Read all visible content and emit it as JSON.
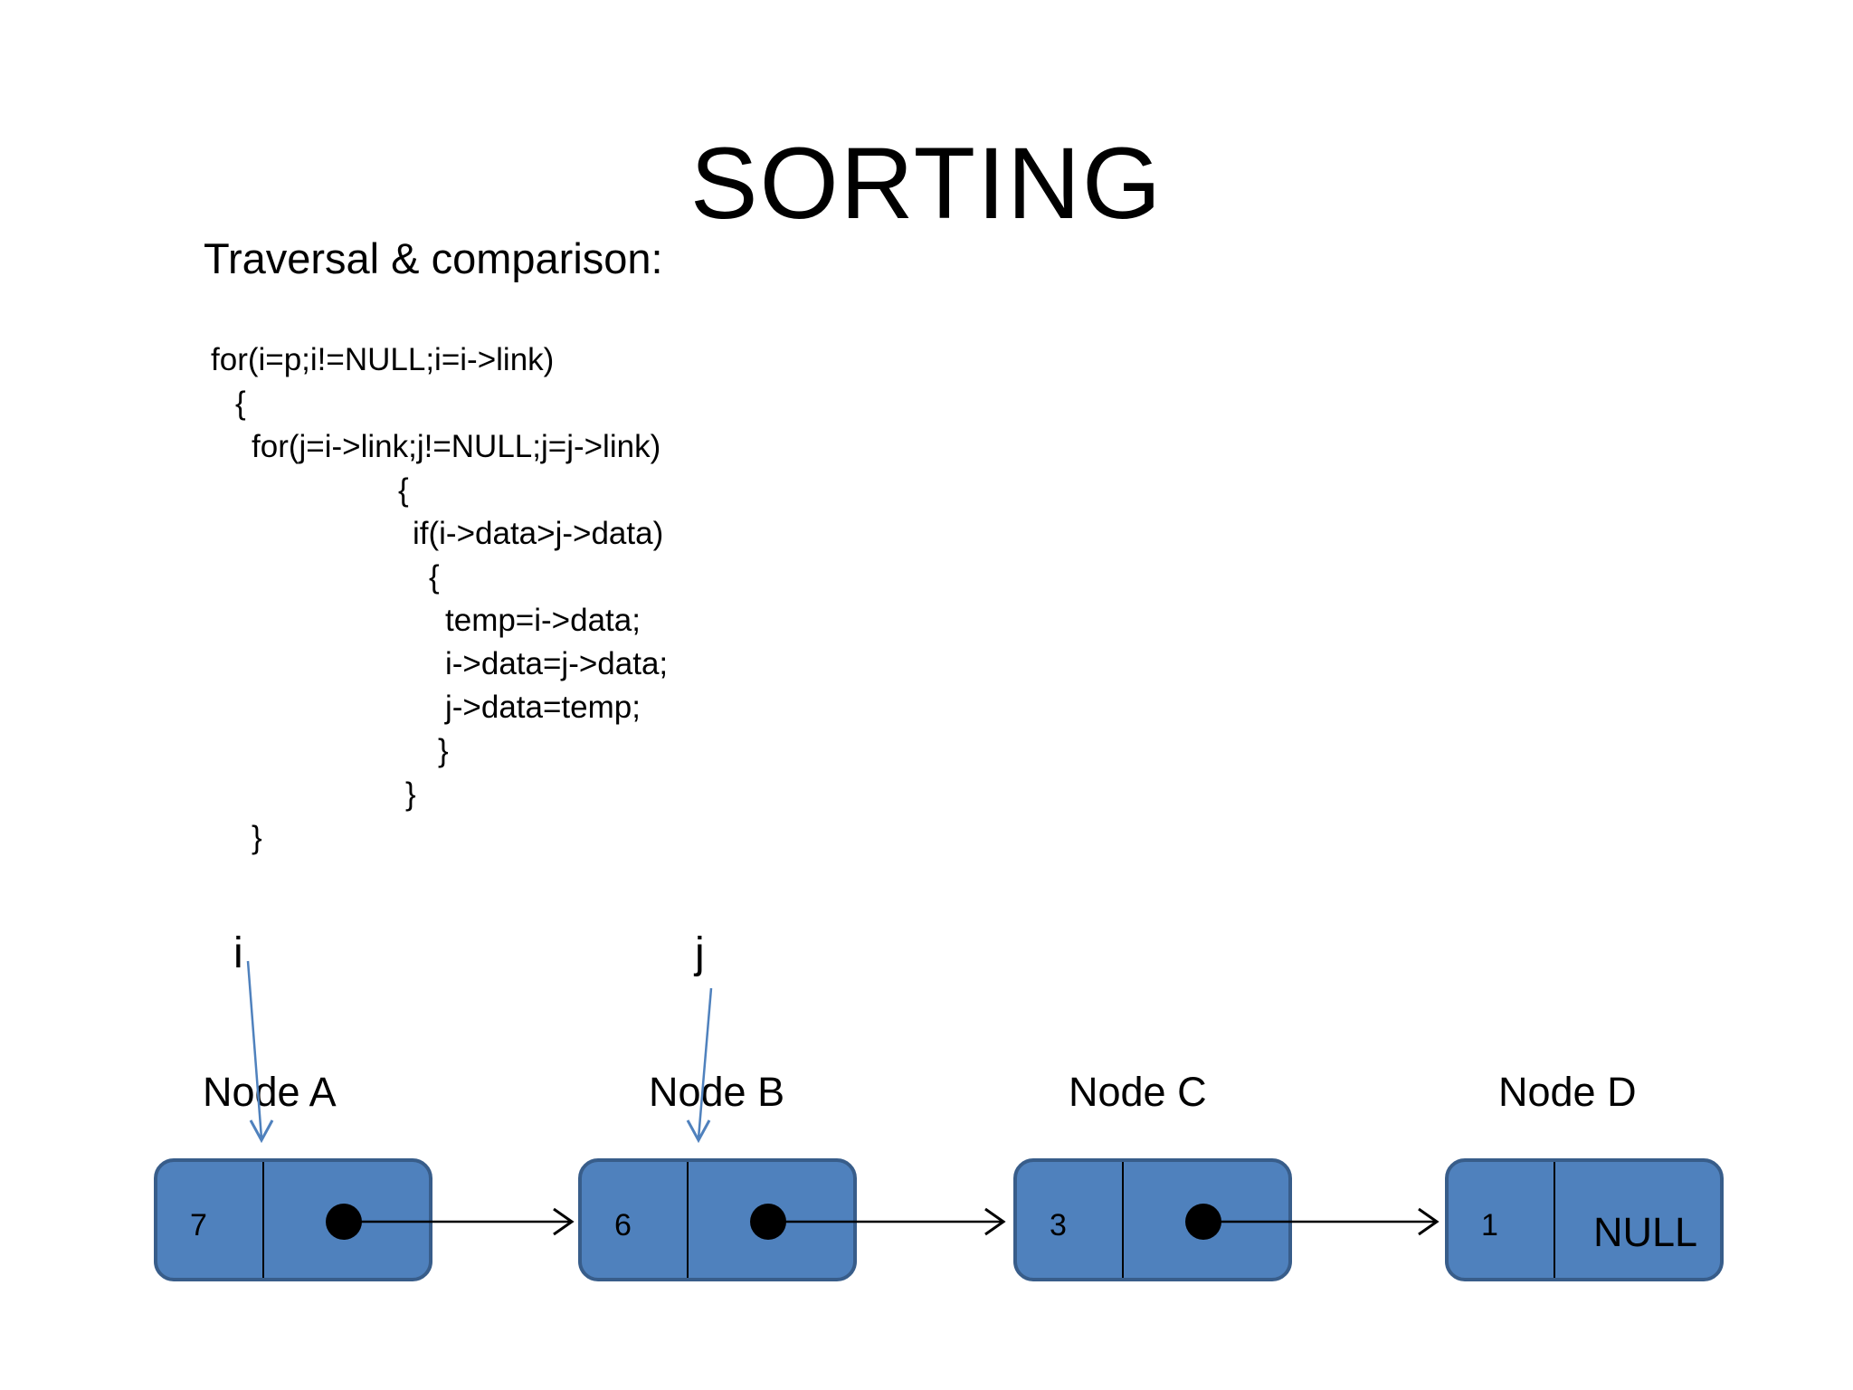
{
  "slide": {
    "title": "SORTING",
    "subtitle": "Traversal & comparison:",
    "code_lines": [
      "for(i=p;i!=NULL;i=i->link)",
      "{",
      "for(j=i->link;j!=NULL;j=j->link)",
      "{",
      "if(i->data>j->data)",
      "{",
      "temp=i->data;",
      "i->data=j->data;",
      "j->data=temp;",
      "}",
      "}",
      "}"
    ]
  },
  "pointers": {
    "i": "i",
    "j": "j"
  },
  "nodes": [
    {
      "label": "Node A",
      "data": "7",
      "link": "dot"
    },
    {
      "label": "Node B",
      "data": "6",
      "link": "dot"
    },
    {
      "label": "Node C",
      "data": "3",
      "link": "dot"
    },
    {
      "label": "Node D",
      "data": "1",
      "link": "NULL"
    }
  ],
  "colors": {
    "node_fill": "#4f81bd",
    "node_border": "#385d8a",
    "pointer_arrow": "#4f81bd",
    "link_arrow": "#000000"
  }
}
